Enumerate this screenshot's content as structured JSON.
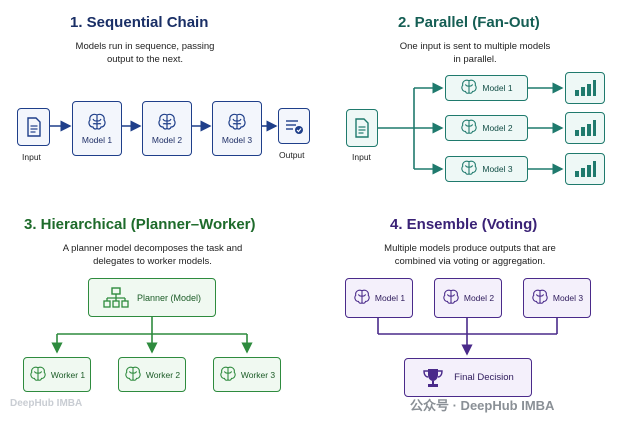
{
  "sections": {
    "sequential": {
      "title": "1.  Sequential Chain",
      "desc_line1": "Models run in sequence, passing",
      "desc_line2": "output to the next.",
      "input_label": "Input",
      "output_label": "Output",
      "models": [
        "Model 1",
        "Model 2",
        "Model 3"
      ]
    },
    "parallel": {
      "title": "2.  Parallel (Fan-Out)",
      "desc_line1": "One input is sent to multiple models",
      "desc_line2": "in parallel.",
      "input_label": "Input",
      "models": [
        "Model 1",
        "Model 2",
        "Model 3"
      ]
    },
    "hierarchical": {
      "title": "3.  Hierarchical (Planner–Worker)",
      "desc_line1": "A planner model decomposes the task and",
      "desc_line2": "delegates to worker models.",
      "planner": "Planner (Model)",
      "workers": [
        "Worker 1",
        "Worker 2",
        "Worker 3"
      ]
    },
    "ensemble": {
      "title": "4.  Ensemble (Voting)",
      "desc_line1": "Multiple models produce outputs that are",
      "desc_line2": "combined via voting or aggregation.",
      "models": [
        "Model 1",
        "Model 2",
        "Model 3"
      ],
      "decision": "Final Decision"
    }
  },
  "watermarks": {
    "left": "DeepHub IMBA",
    "right": "公众号 · DeepHub IMBA"
  },
  "colors": {
    "sequential": "#1f3f8a",
    "parallel": "#1f7a6d",
    "hierarchical": "#2e8b3e",
    "ensemble": "#4a2a8a"
  }
}
